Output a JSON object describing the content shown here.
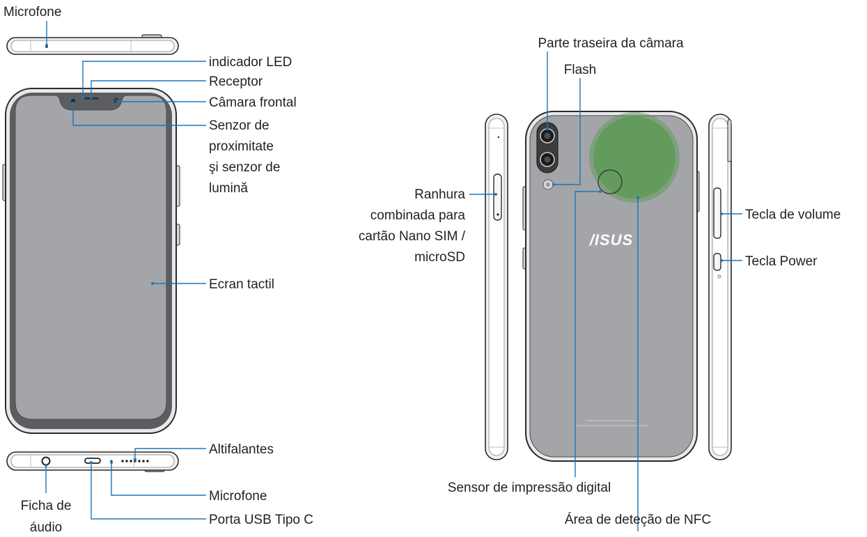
{
  "colors": {
    "leader_line": "#1b75bb",
    "screen_fill": "#a3a5a8",
    "back_fill": "#a3a5a8",
    "nfc_area": "#5e9a57",
    "frame": "#2b2b2b",
    "metal": "#e6e6e6"
  },
  "logo": {
    "text": "/ISUS"
  },
  "labels": {
    "top_microphone": "Microfone",
    "led_indicator": "indicador LED",
    "receiver": "Receptor",
    "front_camera": "Câmara frontal",
    "proximity_sensor": [
      "Senzor de",
      "proximitate",
      "şi senzor de",
      "lumină"
    ],
    "touch_screen": "Ecran tactil",
    "speakers": "Altifalantes",
    "bottom_microphone": "Microfone",
    "usb_port": "Porta USB Tipo C",
    "audio_jack": [
      "Ficha de",
      "áudio"
    ],
    "rear_camera": "Parte traseira da câmara",
    "flash": "Flash",
    "sim_slot": [
      "Ranhura",
      "combinada para",
      "cartão Nano SIM /",
      "microSD"
    ],
    "volume_key": "Tecla de volume",
    "power_key": "Tecla Power",
    "fingerprint": "Sensor de impressão digital",
    "nfc_area": "Área de deteção de NFC"
  }
}
